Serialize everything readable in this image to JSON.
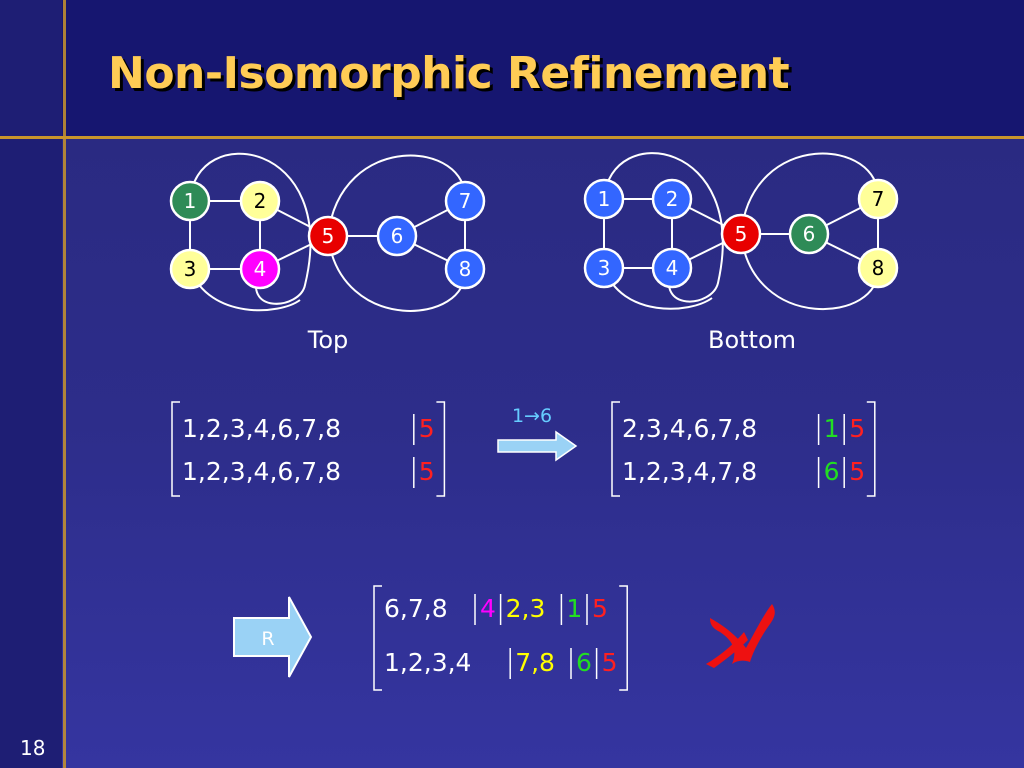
{
  "slide": {
    "title": "Non-Isomorphic Refinement",
    "page_number": "18"
  },
  "graphs": [
    {
      "label": "Top",
      "nodes": [
        {
          "id": "1",
          "color": "#2e8b57",
          "text_color": "#ffffff"
        },
        {
          "id": "2",
          "color": "#ffff99",
          "text_color": "#000000"
        },
        {
          "id": "3",
          "color": "#ffff99",
          "text_color": "#000000"
        },
        {
          "id": "4",
          "color": "#ff00ff",
          "text_color": "#ffffff"
        },
        {
          "id": "5",
          "color": "#e80000",
          "text_color": "#ffffff"
        },
        {
          "id": "6",
          "color": "#3366ff",
          "text_color": "#ffffff"
        },
        {
          "id": "7",
          "color": "#3366ff",
          "text_color": "#ffffff"
        },
        {
          "id": "8",
          "color": "#3366ff",
          "text_color": "#ffffff"
        }
      ]
    },
    {
      "label": "Bottom",
      "nodes": [
        {
          "id": "1",
          "color": "#3366ff",
          "text_color": "#ffffff"
        },
        {
          "id": "2",
          "color": "#3366ff",
          "text_color": "#ffffff"
        },
        {
          "id": "3",
          "color": "#3366ff",
          "text_color": "#ffffff"
        },
        {
          "id": "4",
          "color": "#3366ff",
          "text_color": "#ffffff"
        },
        {
          "id": "5",
          "color": "#e80000",
          "text_color": "#ffffff"
        },
        {
          "id": "6",
          "color": "#2e8b57",
          "text_color": "#ffffff"
        },
        {
          "id": "7",
          "color": "#ffff99",
          "text_color": "#000000"
        },
        {
          "id": "8",
          "color": "#ffff99",
          "text_color": "#000000"
        }
      ]
    }
  ],
  "matrices": {
    "top": {
      "rows": [
        [
          {
            "text": "1,2,3,4,6,7,8",
            "color": "#ffffff"
          },
          {
            "text": "5",
            "color": "#ff2020"
          }
        ],
        [
          {
            "text": "1,2,3,4,6,7,8",
            "color": "#ffffff"
          },
          {
            "text": "5",
            "color": "#ff2020"
          }
        ]
      ]
    },
    "bottom": {
      "rows": [
        [
          {
            "text": "2,3,4,6,7,8",
            "color": "#ffffff"
          },
          {
            "text": "1",
            "color": "#22dd22"
          },
          {
            "text": "5",
            "color": "#ff2020"
          }
        ],
        [
          {
            "text": "1,2,3,4,7,8",
            "color": "#ffffff"
          },
          {
            "text": "6",
            "color": "#22dd22"
          },
          {
            "text": "5",
            "color": "#ff2020"
          }
        ]
      ]
    },
    "refined": {
      "rows": [
        [
          {
            "text": "6,7,8",
            "color": "#ffffff"
          },
          {
            "text": "4",
            "color": "#ff00ff"
          },
          {
            "text": "2,3",
            "color": "#ffff00"
          },
          {
            "text": "1",
            "color": "#22dd22"
          },
          {
            "text": "5",
            "color": "#ff2020"
          }
        ],
        [
          {
            "text": "1,2,3,4",
            "color": "#ffffff"
          },
          {
            "text": "7,8",
            "color": "#ffff00"
          },
          {
            "text": "6",
            "color": "#22dd22"
          },
          {
            "text": "5",
            "color": "#ff2020"
          }
        ]
      ]
    }
  },
  "arrows": {
    "map_label_from": "1",
    "map_arrow_glyph": "→",
    "map_label_to": "6",
    "refine_label": "R"
  },
  "result_mark": {
    "icon": "x-mark-icon",
    "color": "#ee1111"
  },
  "colors": {
    "edge": "#ffffff",
    "arrow_fill": "#9ad2f5",
    "arrow_stroke": "#ffffff",
    "bracket": "#ffffff",
    "label_text": "#ffffff",
    "map_label": "#66ccff"
  }
}
